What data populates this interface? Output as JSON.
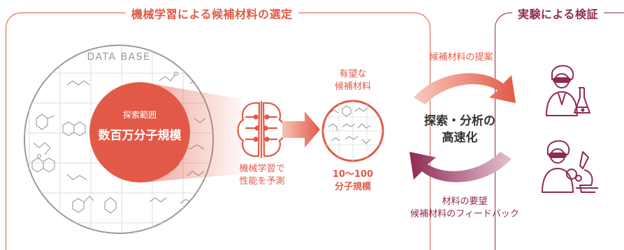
{
  "left_section": {
    "title": "機械学習による候補材料の選定"
  },
  "right_section": {
    "title": "実験による検証"
  },
  "database": {
    "label": "DATA BASE",
    "search_range_label": "探索範囲",
    "search_scale": "数百万分子規模"
  },
  "ml": {
    "line1": "機械学習で",
    "line2": "性能を予測"
  },
  "candidates": {
    "title_line1": "有望な",
    "title_line2": "候補材料",
    "count_line1": "10～100",
    "count_line2": "分子規模"
  },
  "cycle": {
    "center_line1": "探索・分析の",
    "center_line2": "高速化",
    "top_arrow_label": "候補材料の提案",
    "bottom_arrow_label_line1": "材料の要望",
    "bottom_arrow_label_line2": "候補材料のフィードバック"
  },
  "colors": {
    "accent_red": "#e25a47",
    "accent_wine": "#8f2a55",
    "grid_gray": "#d9d9d9"
  },
  "icons": [
    "brain-network-icon",
    "scientist-flask-icon",
    "scientist-microscope-icon"
  ]
}
